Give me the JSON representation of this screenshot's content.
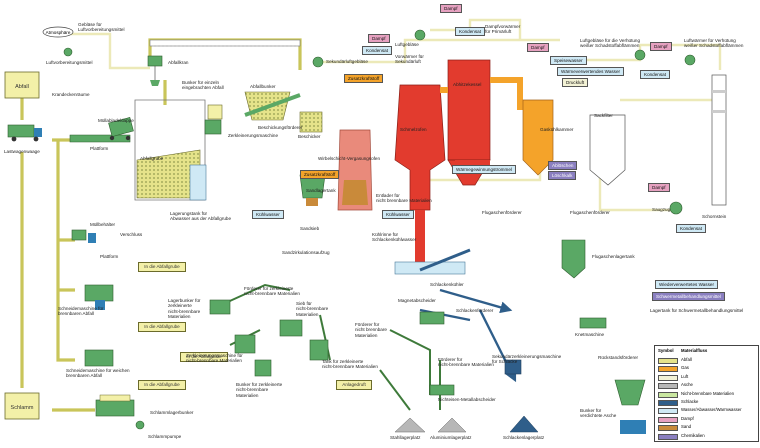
{
  "colors": {
    "waste": "#e5e38a",
    "gas": "#f4a32a",
    "air": "#f3f2d5",
    "ash": "#b7b7b7",
    "nonburn": "#c9e7a0",
    "slag": "#2f5e8a",
    "water": "#cfe9f5",
    "steam": "#e6a1c0",
    "sand": "#c98a3a",
    "chem": "#8a7fc0",
    "equip": "#5aa865",
    "boiler": "#e23b2e",
    "line": "#3e7a3a"
  },
  "labels": {
    "abfall": "Abfall",
    "schlamm": "Schlamm",
    "atmosphaere": "Atmosphäre",
    "geblaese_luft": "Gebläse für\nLuftvorbereitungsmittel",
    "luftvorbereitung": "Luftvorbereitungsmittel",
    "krandeck": "Krandeckenräume",
    "abfallkran": "Abfallkran",
    "muell_klappe": "Müllabladeklappe",
    "lastwagenwaage": "Lastwagenwaage",
    "plattform": "Plattform",
    "abfallgrube": "Abfallgrube",
    "bunker_eingeschr": "Bunker für einzeln\neingebrachten Abfall",
    "zerkleinerung": "Zerkleinerungsmaschine",
    "abfallbunker": "Abfallbunker",
    "beschickung_foerderer": "Beschickungsförderer",
    "beschicker": "Beschicker",
    "lagerungstank_abwasser": "Lagerungstank für\nAbwasser aus der Abfallgrube",
    "muellbehaelter": "Müllbehälter",
    "verschluss": "Verschluss",
    "plattform2": "Plattform",
    "in_abfallgrube1": "In die Abfallgrube",
    "schneidemaschine": "Schneidemaschine für\nbrennbaren Abfall",
    "in_abfallgrube2": "In die Abfallgrube",
    "schneider_weich": "Schneidemaschine für weichen\nbrennbaren Abfall",
    "in_abfallgrube3": "In die Abfallgrube",
    "in_abfallgrube4": "In die Abfallgrube",
    "schlammlagerbunker": "Schlammlagerbunker",
    "schlammpumpe": "Schlammpumpe",
    "sekundaer_geblaese": "Sekundärluftgebläse",
    "luftgeblaese": "Luftgebläse",
    "dampf1": "Dampf",
    "kondensat1": "Kondensat",
    "dampfvorwaermer": "Dampfvorwärmer\nfür Primärluft",
    "dampf2": "Dampf",
    "kondensat2": "Kondensat",
    "vorwaermer_sek": "Vorwärmer für\nSekundärluft",
    "zusatzkraftstoff1": "Zusatzkraftstoff",
    "abhitzekessel": "Abhitzekessel",
    "dampf3": "Dampf",
    "speisewasser": "Speisewasser",
    "waermeverwertung": "Wärmeverwertendes Wasser",
    "druckluft": "Druckluft",
    "gaskuehlkammer": "Gaskühlkammer",
    "abloeschen": "Ablöschen",
    "loeschkalk": "Löschkalk",
    "schmelzofen": "Schmelzofen",
    "wirbelschicht": "Wirbelschicht-Vergasungsofen",
    "zusatzkraftstoff2": "Zusatzkraftstoff",
    "sandlagertank": "Sandlagertank",
    "waermegew": "Wärmegewinnungstrommel",
    "entlader": "Entlader für\nnicht brennbare Materialien",
    "kuehlwasser1": "Kühlwasser",
    "kuehlwasser2": "Kühlwasser",
    "sandsieb": "Sandsieb",
    "sandzirk": "Sandzirkulationsaufzug",
    "kuehlrinne": "Kühlrinne für\nSchlackenkühlwasser",
    "schlackenkuehler": "Schlackenkühler",
    "flugasche_foerd1": "Flugaschenförderer",
    "flugasche_foerd2": "Flugaschenförderer",
    "sackfilter": "Sackfilter",
    "luftgeblaese_vorh": "Luftgebläse für die Verhütung\nweißer Schadstoffabflämmen",
    "dampf4": "Dampf",
    "kondensat3": "Kondensat",
    "luftwaermer": "Luftwärmer für Verhütung\nweißer Schadstoffabflämmen",
    "dampf5": "Dampf",
    "kondensat4": "Kondensat",
    "saugzug": "Saugzug",
    "schornstein": "Schornstein",
    "flugaschenlagertank": "Flugaschenlagertank",
    "wiederverw_wasser": "Wiederverwertetes Wasser",
    "schwermetall_mittel": "Schwermetallbehandlungsmittel",
    "lagertank_schwer": "Lagertank für Schwermetallbehandlungsmittel",
    "knetmaschine": "Knetmaschine",
    "rueckstandsfoerd": "Rückstandsförderer",
    "bunker_asche": "Bunker für\nverdichtete Asche",
    "lagerbunker_zerkl": "Lagerbunker für\nzerkleinerte\nnicht-brennbare\nMaterialien",
    "foerderer_zerkl": "Förderer für zerkleinerte\nnicht-brennbare Materialien",
    "sieb_nb": "Sieb für\nnicht-brennbare\nMaterialien",
    "foerderer_nb": "Förderer für\nnicht brennbare\nMaterialien",
    "magnetabscheider": "Magnetabscheider",
    "schlackenfoerderer": "Schlackenförderer",
    "zerkl_nb": "Zerkleinerungsmaschine für\nnicht-brennbare Materialien",
    "tank_zerkl": "Tank für zerkleinerte\nnicht-brennbare Materialien",
    "bunker_zerkl": "Bunker für zerkleinerte\nnicht-brennbare\nMaterialien",
    "anlagedruft": "Anlagedruft",
    "foerderer_nb2": "Förderer für\nnicht-brennbare Materialien",
    "sekundaerzerkl": "Sekundärzerkleinerungsmaschine\nfür Schlacke",
    "nichteisen": "Nichteisen-Metallabscheider",
    "stahllagerplatz": "Stahllagerplatz",
    "aluminium": "Aluminiumlagerplatz",
    "schlackenlagerplatz": "Schlackenlagerplatz"
  },
  "legend": {
    "symbol_header": "Symbol",
    "flow_header": "Materialfluss",
    "items": [
      {
        "label": "Abfall",
        "color": "#e5e38a"
      },
      {
        "label": "Gas",
        "color": "#f4a32a"
      },
      {
        "label": "Luft",
        "color": "#f3f2d5"
      },
      {
        "label": "Asche",
        "color": "#b7b7b7"
      },
      {
        "label": "Nicht-brennbare Materialien",
        "color": "#c9e7a0"
      },
      {
        "label": "Schlacke",
        "color": "#2f5e8a"
      },
      {
        "label": "Wasser/Abwasser/Warmwasser",
        "color": "#cfe9f5"
      },
      {
        "label": "Dampf",
        "color": "#e6a1c0"
      },
      {
        "label": "Sand",
        "color": "#c98a3a"
      },
      {
        "label": "Chemikalien",
        "color": "#8a7fc0"
      }
    ]
  }
}
